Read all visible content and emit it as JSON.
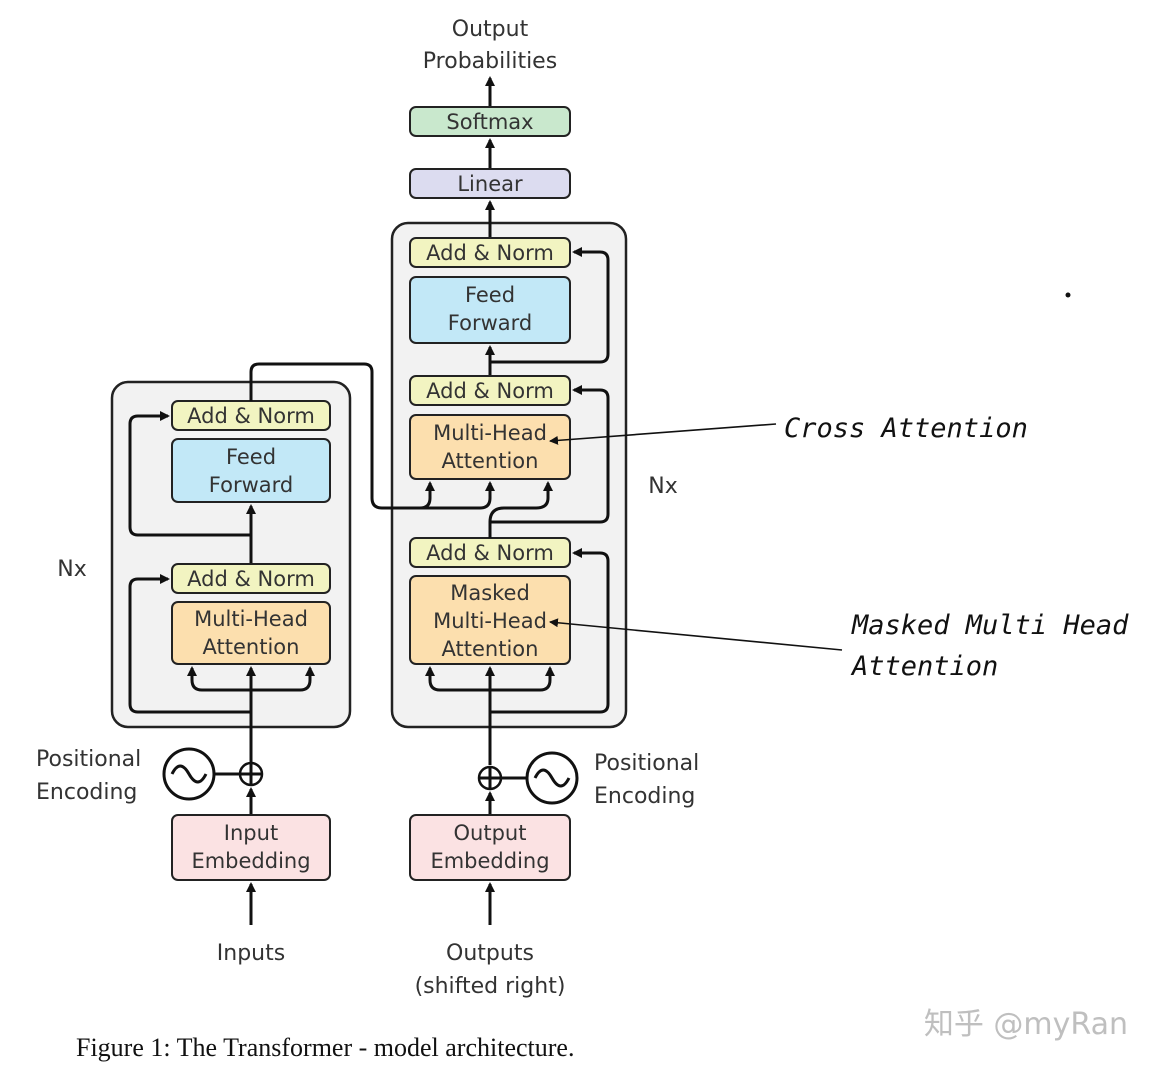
{
  "output": {
    "line1": "Output",
    "line2": "Probabilities"
  },
  "softmax": "Softmax",
  "linear": "Linear",
  "encoder": {
    "add_norm": "Add & Norm",
    "ff_line1": "Feed",
    "ff_line2": "Forward",
    "mha_line1": "Multi-Head",
    "mha_line2": "Attention",
    "nx": "Nx",
    "pe_line1": "Positional",
    "pe_line2": "Encoding",
    "emb_line1": "Input",
    "emb_line2": "Embedding",
    "inputs": "Inputs"
  },
  "decoder": {
    "add_norm": "Add & Norm",
    "ff_line1": "Feed",
    "ff_line2": "Forward",
    "mha_line1": "Multi-Head",
    "mha_line2": "Attention",
    "masked_line1": "Masked",
    "masked_line2": "Multi-Head",
    "masked_line3": "Attention",
    "nx": "Nx",
    "pe_line1": "Positional",
    "pe_line2": "Encoding",
    "emb_line1": "Output",
    "emb_line2": "Embedding",
    "outputs_line1": "Outputs",
    "outputs_line2": "(shifted right)"
  },
  "annotations": {
    "cross": "Cross Attention",
    "masked_line1": "Masked Multi Head",
    "masked_line2": "Attention"
  },
  "caption": "Figure 1: The Transformer - model architecture.",
  "watermark": "知乎 @myRan",
  "colors": {
    "add_norm": "#f2f4c1",
    "feed_forward": "#c2e8f7",
    "attention": "#fcdfae",
    "embedding": "#fbe2e3",
    "softmax": "#c9e8cd",
    "linear": "#dcdcf0",
    "block_bg": "#f2f2f2"
  }
}
